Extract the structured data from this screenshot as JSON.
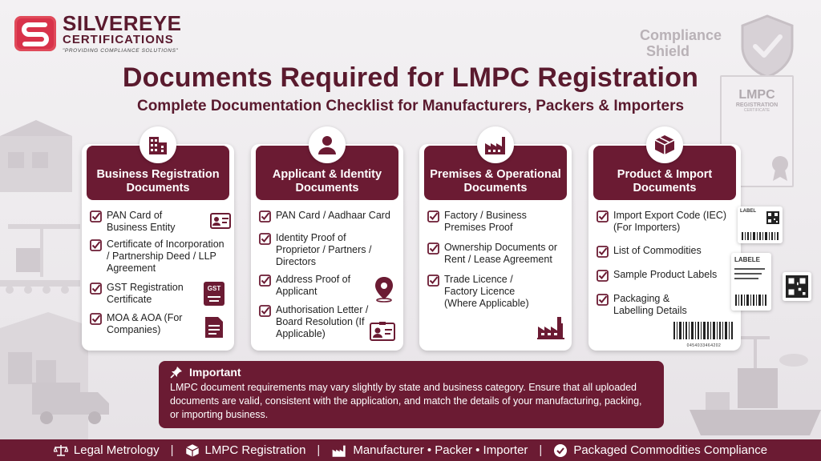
{
  "brand": {
    "name": "SILVEREYE",
    "sub": "CERTIFICATIONS",
    "tagline": "\"PROVIDING COMPLIANCE SOLUTIONS\""
  },
  "decor": {
    "shield_line1": "Compliance",
    "shield_line2": "Shield",
    "cert_title": "LMPC",
    "cert_sub": "REGISTRATION",
    "cert_small": "CERTIFICATE",
    "label1": "LABEL",
    "label2": "LABELE",
    "barcode_number": "0454033464202"
  },
  "title": "Documents Required for LMPC Registration",
  "subtitle": "Complete Documentation Checklist for Manufacturers, Packers & Importers",
  "cards": [
    {
      "icon": "building-icon",
      "heading_line1": "Business Registration",
      "heading_line2": "Documents",
      "items": [
        "PAN Card of Business Entity",
        "Certificate of Incorporation / Partnership Deed / LLP Agreement",
        "GST Registration Certificate",
        "MOA & AOA (For Companies)"
      ],
      "gst_badge": "GST"
    },
    {
      "icon": "user-icon",
      "heading_line1": "Applicant & Identity",
      "heading_line2": "Documents",
      "items": [
        "PAN Card / Aadhaar Card",
        "Identity Proof of Proprietor / Partners / Directors",
        "Address Proof of Applicant",
        "Authorisation Letter / Board Resolution (If Applicable)"
      ]
    },
    {
      "icon": "factory-icon",
      "heading_line1": "Premises & Operational",
      "heading_line2": "Documents",
      "items": [
        "Factory / Business Premises Proof",
        "Ownership Documents or Rent / Lease Agreement",
        "Trade Licence / Factory Licence (Where Applicable)"
      ]
    },
    {
      "icon": "box-icon",
      "heading_line1": "Product & Import",
      "heading_line2": "Documents",
      "items": [
        "Import Export Code (IEC) (For Importers)",
        "List of Commodities",
        "Sample Product Labels",
        "Packaging & Labelling Details"
      ]
    }
  ],
  "important": {
    "heading": "Important",
    "body": "LMPC document requirements may vary slightly by state and business category. Ensure that all uploaded documents are valid, consistent with the application, and match the details of your manufacturing, packing, or importing business."
  },
  "footer": [
    {
      "icon": "scales-icon",
      "label": "Legal Metrology"
    },
    {
      "icon": "box-icon",
      "label": "LMPC Registration"
    },
    {
      "icon": "factory-icon",
      "label": "Manufacturer • Packer • Importer"
    },
    {
      "icon": "check-circle-icon",
      "label": "Packaged Commodities Compliance"
    }
  ],
  "colors": {
    "primary": "#6b1b33",
    "title": "#5a1a2e",
    "background": "#eeebee"
  }
}
